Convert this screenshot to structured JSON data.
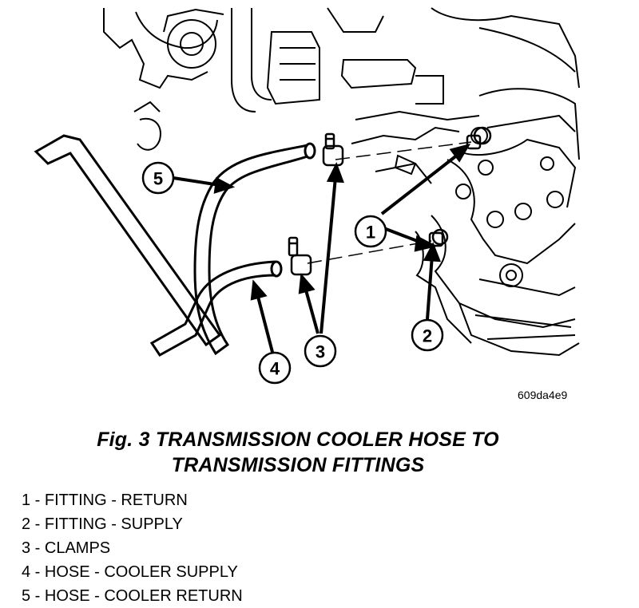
{
  "figure": {
    "code": "609da4e9",
    "callouts": [
      "1",
      "2",
      "3",
      "3",
      "4",
      "5"
    ]
  },
  "caption": {
    "line1": "Fig. 3 TRANSMISSION COOLER HOSE TO",
    "line2": "TRANSMISSION FITTINGS"
  },
  "legend": [
    "1 - FITTING - RETURN",
    "2 - FITTING - SUPPLY",
    "3 - CLAMPS",
    "4 - HOSE - COOLER SUPPLY",
    "5 - HOSE - COOLER RETURN"
  ]
}
